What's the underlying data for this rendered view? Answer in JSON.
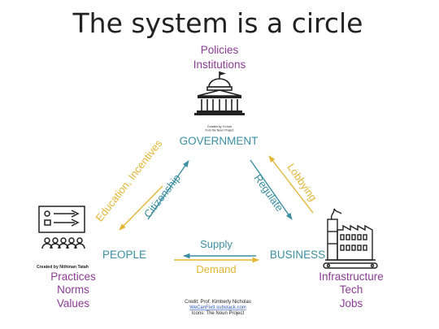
{
  "title": "The system is a circle",
  "nodes": {
    "government": {
      "label": "GOVERNMENT",
      "outputs": [
        "Policies",
        "Institutions"
      ],
      "icon": "capitol-building-icon",
      "icon_credit": [
        "Created by Yu luck",
        "from the Noun Project"
      ]
    },
    "people": {
      "label": "PEOPLE",
      "outputs": [
        "Practices",
        "Norms",
        "Values"
      ],
      "icon": "presentation-audience-icon",
      "icon_credit": [
        "Created by Nithinan Tatah"
      ]
    },
    "business": {
      "label": "BUSINESS",
      "outputs": [
        "Infrastructure",
        "Tech",
        "Jobs"
      ],
      "icon": "factory-icon"
    }
  },
  "flows": {
    "education_incentives": "Education, Incentives",
    "citizenship": "Citizenship",
    "lobbying": "Lobbying",
    "regulate": "Regulate",
    "supply": "Supply",
    "demand": "Demand"
  },
  "credits": [
    "Credit: Prof. Kimberly Nicholas",
    "WeCanFixIt.substack.com",
    "Icons: The Noun Project"
  ],
  "colors": {
    "teal": "#3a8fa0",
    "gold": "#e2b634",
    "purple": "#8b3b94",
    "dark": "#222222",
    "link": "#2b57b8"
  }
}
